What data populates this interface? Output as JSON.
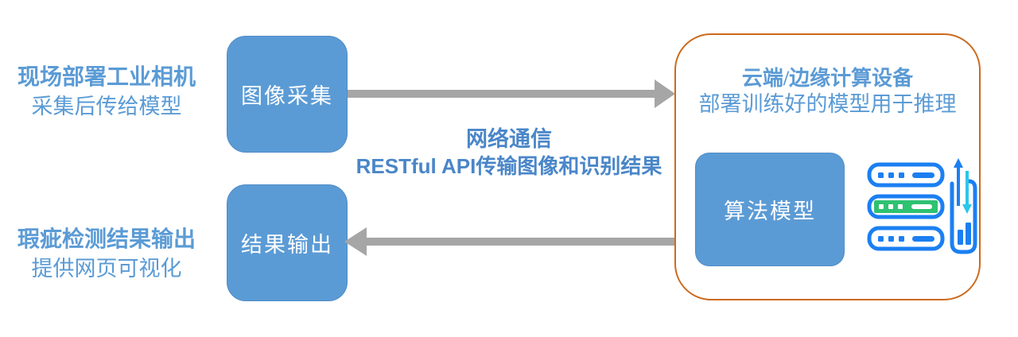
{
  "diagram": {
    "side_notes": [
      {
        "title": "现场部署工业相机",
        "subtitle": "采集后传给模型"
      },
      {
        "title": "瑕疵检测结果输出",
        "subtitle": "提供网页可视化"
      }
    ],
    "nodes": {
      "image_capture": {
        "label": "图像采集"
      },
      "result_output": {
        "label": "结果输出"
      },
      "algorithm_model": {
        "label": "算法模型"
      },
      "cloud": {
        "title": "云端/边缘计算设备",
        "subtitle": "部署训练好的模型用于推理"
      }
    },
    "edges": {
      "network": {
        "line1": "网络通信",
        "line2": "RESTful API传输图像和识别结果"
      }
    },
    "icons": {
      "server_stack": "server-stack-icon",
      "data_transfer": "data-transfer-arrows-icon",
      "bar_panel": "bar-chart-panel-icon"
    }
  },
  "colors": {
    "node_fill": "#5b9bd5",
    "node_text": "#ffffff",
    "side_note_text": "#5b9bd5",
    "network_text": "#4a86c8",
    "cloud_border": "#cc6a1d",
    "arrow_gray": "#a6a6a6",
    "icon_blue": "#1b7ff2",
    "icon_cyan": "#2bc6ea",
    "icon_green": "#2ec271",
    "background": "#ffffff"
  }
}
